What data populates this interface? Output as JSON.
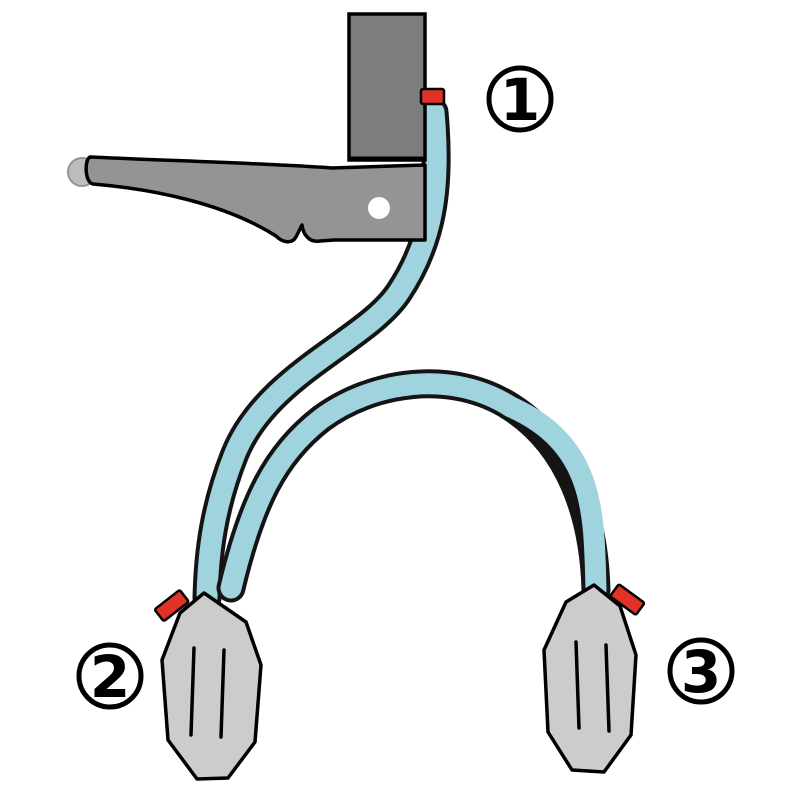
{
  "diagram": {
    "labels": [
      {
        "id": "1"
      },
      {
        "id": "2"
      },
      {
        "id": "3"
      }
    ],
    "colors": {
      "hose": "#9fd4de",
      "hose_outline": "#141414",
      "body_dark": "#7d7d7d",
      "body_mid": "#949494",
      "body_light": "#bdbdbd",
      "caliper_gray": "#cccccc",
      "bleed_red": "#e03226",
      "label_bg": "#ffffff",
      "outline": "#000000"
    }
  }
}
